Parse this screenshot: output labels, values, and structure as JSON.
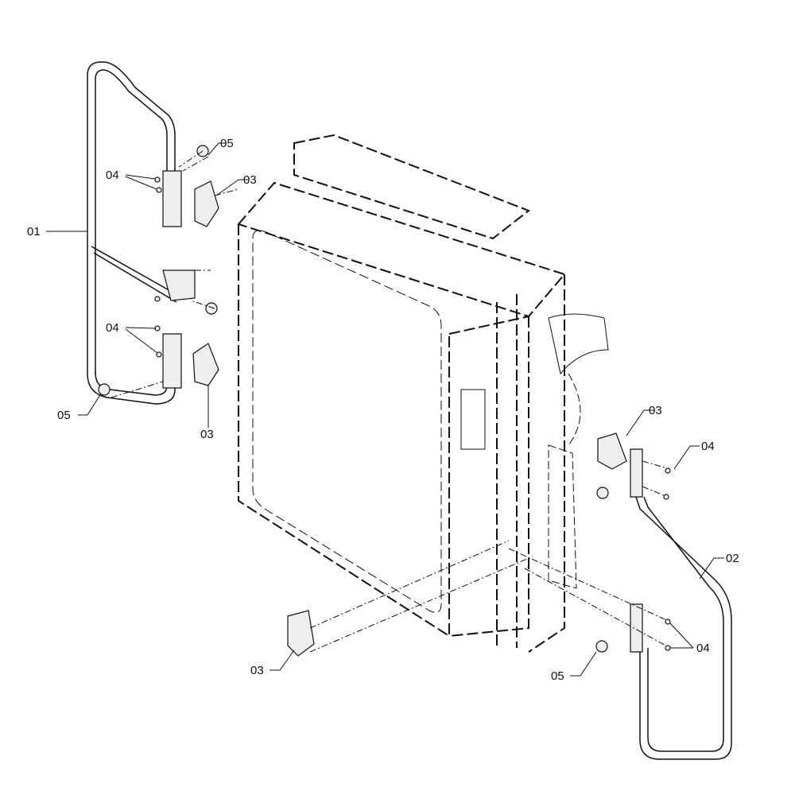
{
  "callouts": {
    "c05_top": "05",
    "c04_top": "04",
    "c03_top": "03",
    "c01": "01",
    "c04_mid": "04",
    "c05_left": "05",
    "c03_left": "03",
    "c03_right": "03",
    "c04_right_top": "04",
    "c02": "02",
    "c04_right_bottom": "04",
    "c05_right": "05",
    "c03_bottom": "03"
  }
}
